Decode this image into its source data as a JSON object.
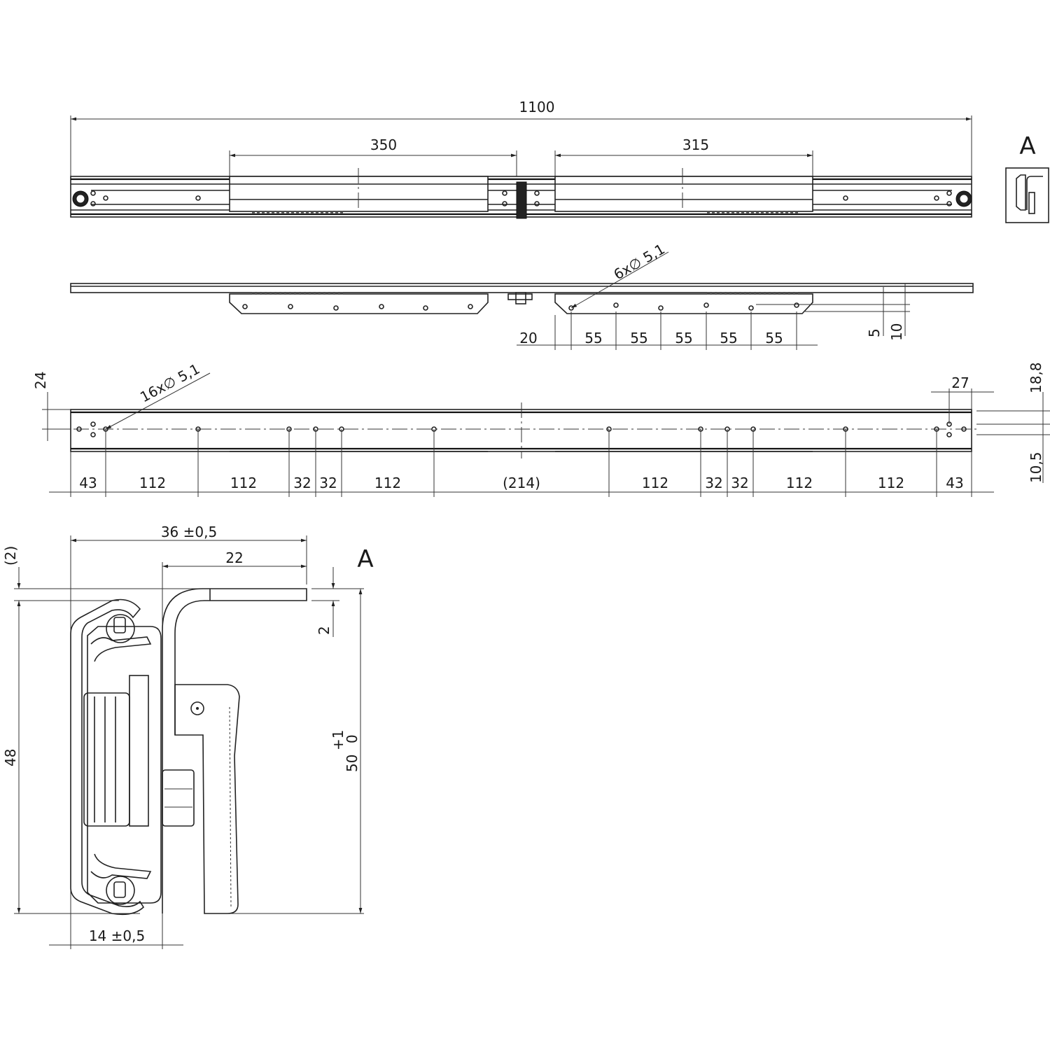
{
  "views": {
    "top": {
      "overall_length": "1100",
      "left_member": "350",
      "right_member": "315"
    },
    "side": {
      "hole_callout": "6x∅ 5,1",
      "chain": [
        "20",
        "55",
        "55",
        "55",
        "55",
        "55"
      ],
      "offset_small": "5",
      "offset_large": "10"
    },
    "bottom": {
      "hole_callout": "16x∅ 5,1",
      "left_height": "24",
      "end_offset": "27",
      "right_upper": "18,8",
      "right_lower": "10,5",
      "chain": [
        "43",
        "112",
        "112",
        "32",
        "32",
        "112",
        "(214)",
        "112",
        "32",
        "32",
        "112",
        "112",
        "43"
      ]
    },
    "section_a": {
      "label": "A",
      "width_total": "36 ±0,5",
      "arm_length": "22",
      "top_offset": "(2)",
      "arm_thickness": "2",
      "height": "48",
      "height_total": "50",
      "tol_upper": "+1",
      "tol_lower": "0",
      "base_width": "14 ±0,5"
    },
    "detail_marker": {
      "label": "A"
    }
  },
  "colors": {
    "line": "#222222",
    "background": "#ffffff"
  }
}
